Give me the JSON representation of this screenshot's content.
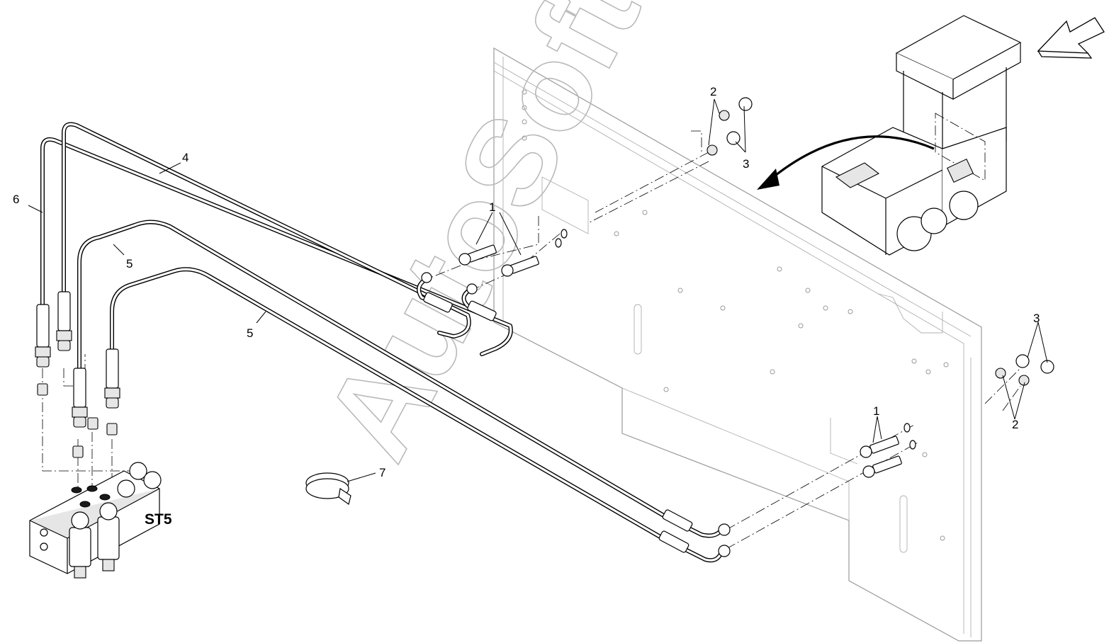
{
  "watermark": "AutoSoft",
  "assembly_label": "ST5",
  "callouts": [
    {
      "id": "c6",
      "text": "6"
    },
    {
      "id": "c4",
      "text": "4"
    },
    {
      "id": "c5a",
      "text": "5"
    },
    {
      "id": "c5b",
      "text": "5"
    },
    {
      "id": "c1a",
      "text": "1"
    },
    {
      "id": "c2a",
      "text": "2"
    },
    {
      "id": "c3a",
      "text": "3"
    },
    {
      "id": "c7",
      "text": "7"
    },
    {
      "id": "c1b",
      "text": "1"
    },
    {
      "id": "c3b",
      "text": "3"
    },
    {
      "id": "c2b",
      "text": "2"
    }
  ]
}
